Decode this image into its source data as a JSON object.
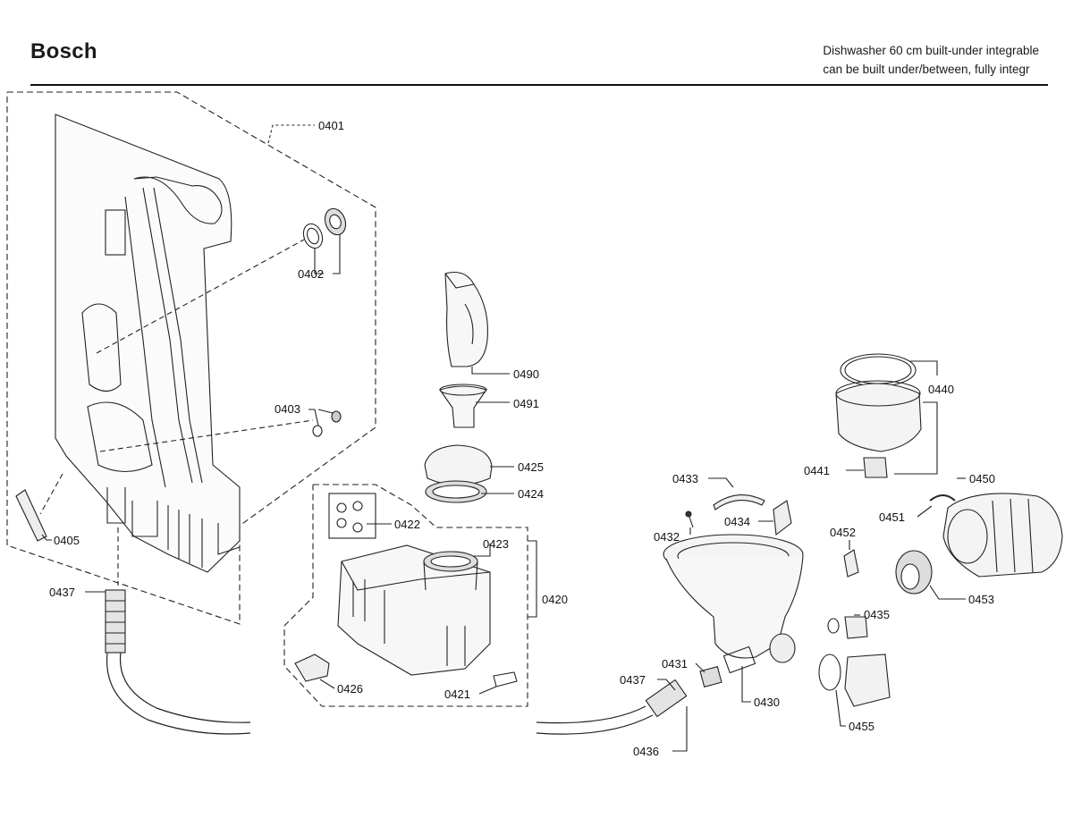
{
  "header": {
    "brand": "Bosch",
    "subtitle_line1": "Dishwasher 60 cm built-under integrable",
    "subtitle_line2": "can be built under/between, fully integr"
  },
  "callouts": {
    "c0401": "0401",
    "c0402": "0402",
    "c0403": "0403",
    "c0405": "0405",
    "c0437a": "0437",
    "c0490": "0490",
    "c0491": "0491",
    "c0425": "0425",
    "c0424": "0424",
    "c0422": "0422",
    "c0423": "0423",
    "c0420": "0420",
    "c0426": "0426",
    "c0421": "0421",
    "c0433": "0433",
    "c0432": "0432",
    "c0434": "0434",
    "c0431": "0431",
    "c0437b": "0437",
    "c0430": "0430",
    "c0436": "0436",
    "c0440": "0440",
    "c0441": "0441",
    "c0450": "0450",
    "c0451": "0451",
    "c0452": "0452",
    "c0453": "0453",
    "c0435": "0435",
    "c0455": "0455"
  }
}
